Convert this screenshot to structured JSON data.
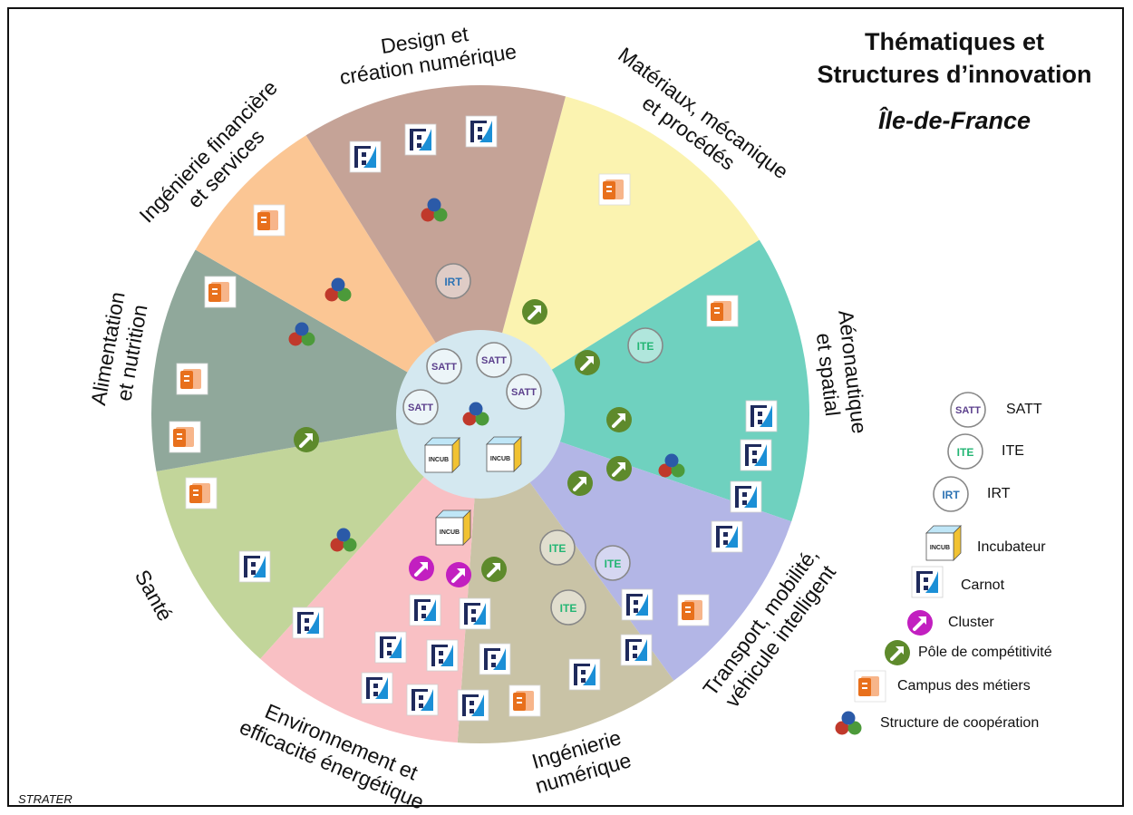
{
  "header": {
    "title_line1": "Thématiques et",
    "title_line2": "Structures d’innovation",
    "subtitle": "Île-de-France"
  },
  "source": "STRATER",
  "badges": {
    "satt": "SATT",
    "ite": "ITE",
    "irt": "IRT",
    "incub": "INCUB"
  },
  "colors": {
    "center": "#d4e8f0",
    "satt": "#5b3f8c",
    "ite": "#22b573",
    "irt": "#2d73b4",
    "carnot_navy": "#1f2a5c",
    "carnot_blue": "#1b8fd6",
    "cluster": "#c21fc0",
    "pole": "#5e8a2c",
    "campus": "#e8701c"
  },
  "sectors": [
    {
      "id": "materiaux",
      "color": "#fbf3b0",
      "label_lines": [
        "Matériaux, mécanique",
        "et procédés"
      ]
    },
    {
      "id": "aeronautique",
      "color": "#6fd1bf",
      "label_lines": [
        "Aéronautique",
        "et spatial"
      ]
    },
    {
      "id": "transport",
      "color": "#b3b6e6",
      "label_lines": [
        "Transport, mobilité,",
        "véhicule intelligent"
      ]
    },
    {
      "id": "ingenierie-numerique",
      "color": "#c9c3a6",
      "label_lines": [
        "Ingénierie",
        "numérique"
      ]
    },
    {
      "id": "environnement",
      "color": "#f9c0c4",
      "label_lines": [
        "Environnement et",
        "efficacité énergétique"
      ]
    },
    {
      "id": "sante",
      "color": "#c2d59a",
      "label_lines": [
        "Santé"
      ]
    },
    {
      "id": "alimentation",
      "color": "#90a89b",
      "label_lines": [
        "Alimentation",
        "et nutrition"
      ]
    },
    {
      "id": "ingenierie-financiere",
      "color": "#fbc694",
      "label_lines": [
        "Ingénierie financière",
        "et services"
      ]
    },
    {
      "id": "design",
      "color": "#c5a397",
      "label_lines": [
        "Design et",
        "création numérique"
      ]
    }
  ],
  "legend": [
    {
      "icon": "satt-badge-icon",
      "label": "SATT"
    },
    {
      "icon": "ite-badge-icon",
      "label": "ITE"
    },
    {
      "icon": "irt-badge-icon",
      "label": "IRT"
    },
    {
      "icon": "incubator-cube-icon",
      "label": "Incubateur"
    },
    {
      "icon": "carnot-logo-icon",
      "label": "Carnot"
    },
    {
      "icon": "cluster-arrow-icon",
      "label": "Cluster"
    },
    {
      "icon": "pole-arrow-icon",
      "label": "Pôle de compétitivité"
    },
    {
      "icon": "campus-metiers-icon",
      "label": "Campus des métiers"
    },
    {
      "icon": "cooperation-structure-icon",
      "label": "Structure de coopération"
    }
  ]
}
